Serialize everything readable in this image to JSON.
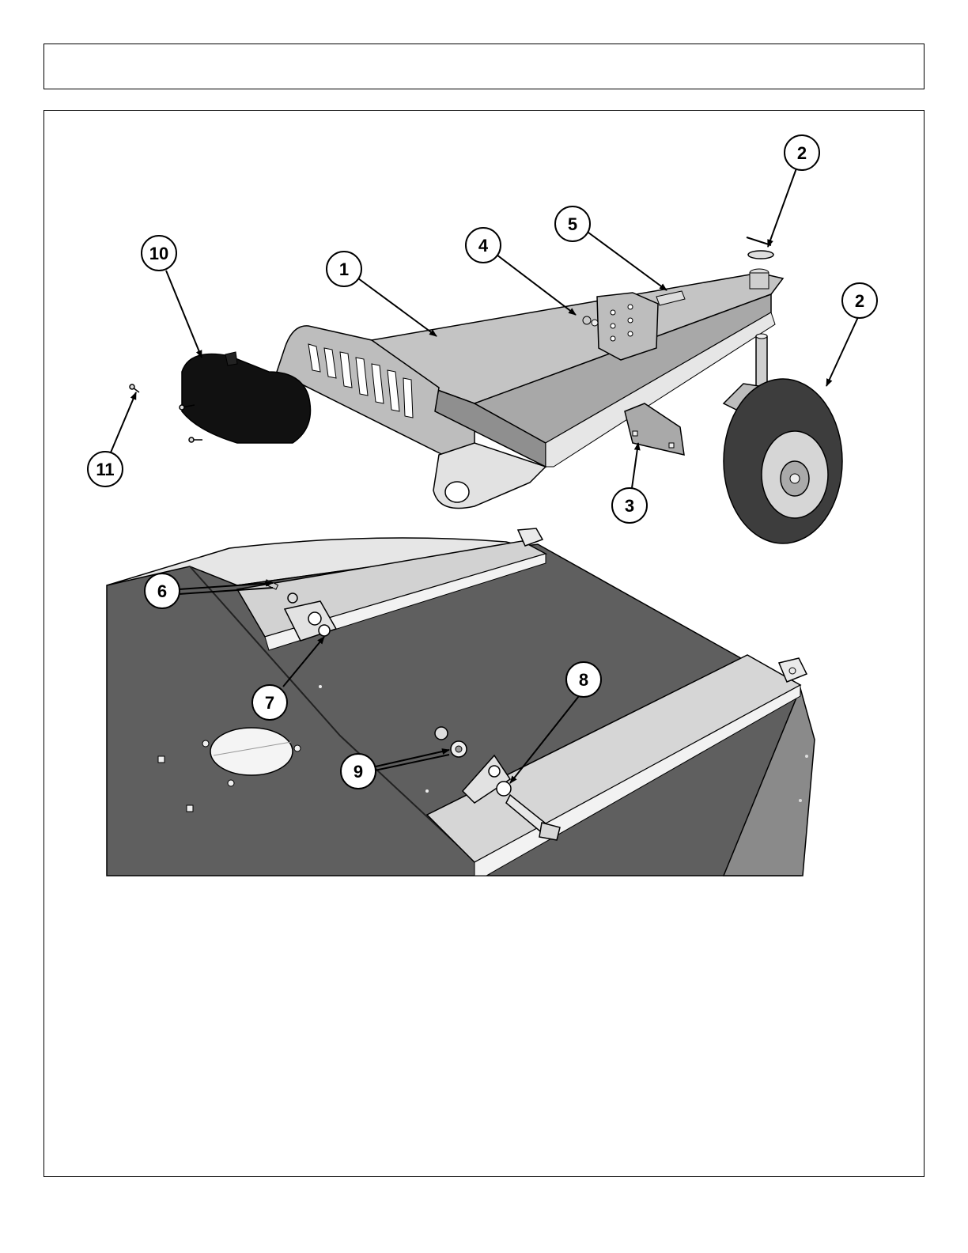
{
  "header": {
    "title": ""
  },
  "figure": {
    "callouts": [
      {
        "id": "c1",
        "label": "1"
      },
      {
        "id": "c2a",
        "label": "2"
      },
      {
        "id": "c2b",
        "label": "2"
      },
      {
        "id": "c3",
        "label": "3"
      },
      {
        "id": "c4",
        "label": "4"
      },
      {
        "id": "c5",
        "label": "5"
      },
      {
        "id": "c6",
        "label": "6"
      },
      {
        "id": "c7",
        "label": "7"
      },
      {
        "id": "c8",
        "label": "8"
      },
      {
        "id": "c9",
        "label": "9"
      },
      {
        "id": "c10",
        "label": "10"
      },
      {
        "id": "c11",
        "label": "11"
      }
    ],
    "colors": {
      "deck": "#5e5e5e",
      "deck_dark": "#4a4a4a",
      "frame_light": "#c8c8c8",
      "frame_mid": "#9a9a9a",
      "black_part": "#111111",
      "tire": "#3a3a3a"
    }
  }
}
